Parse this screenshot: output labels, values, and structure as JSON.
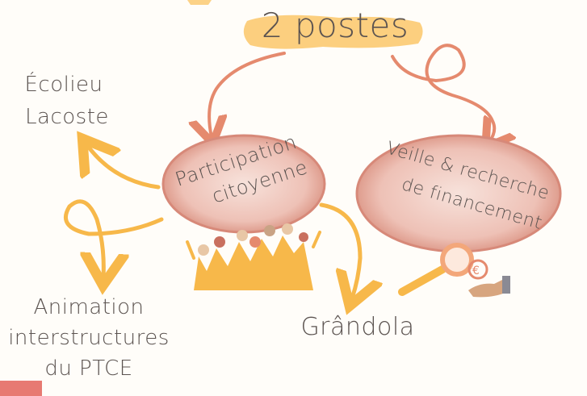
{
  "header": {
    "title": "2 postes"
  },
  "nodes": {
    "participation": {
      "line1": "Participation",
      "line2": "citoyenne"
    },
    "veille": {
      "line1": "Veille & recherche",
      "line2": "de financement"
    }
  },
  "destinations": {
    "ecolieu": {
      "line1": "Écolieu",
      "line2": "Lacoste"
    },
    "animation": {
      "line1": "Animation",
      "line2": "interstructures",
      "line3": "du PTCE"
    },
    "grandola": {
      "label": "Grândola"
    }
  },
  "colors": {
    "highlight": "#fbc76a",
    "arrow_red": "#e58a6e",
    "arrow_yellow": "#f7b84a",
    "bubble": "#eec1b6",
    "bubble_edge": "#c9705f",
    "text": "#5b5350",
    "accent_bar": "#e77a72"
  },
  "icons": [
    "people-crowd-icon",
    "magnifier-euro-icon",
    "hand-icon"
  ]
}
